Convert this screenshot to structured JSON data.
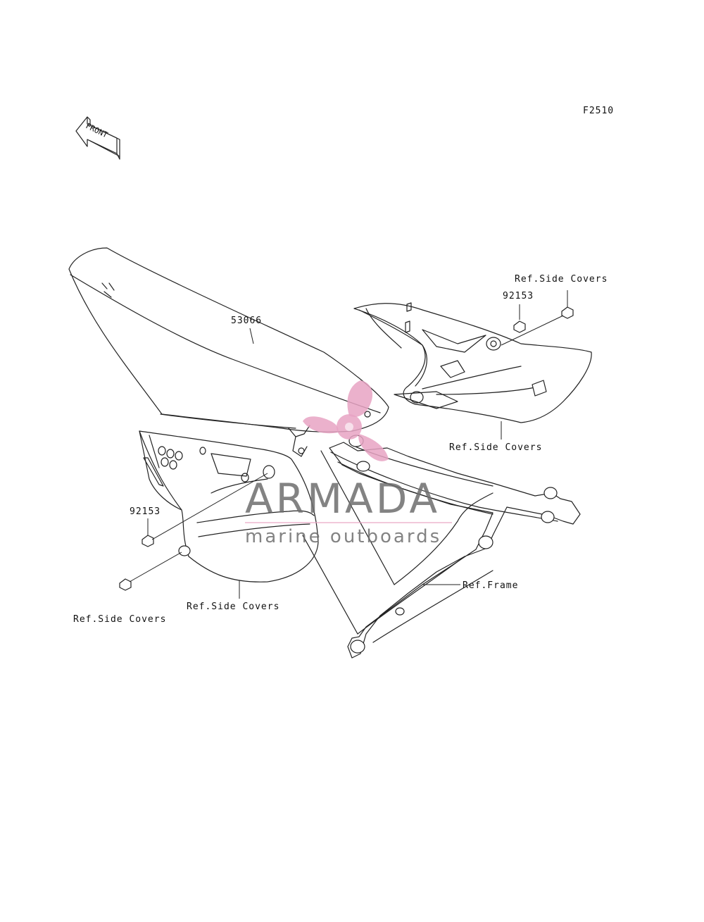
{
  "figure": {
    "code": "F2510",
    "front_label": "FRONT"
  },
  "callouts": {
    "seat_part": "53066",
    "bolt_upper": "92153",
    "bolt_lower": "92153",
    "ref_side_covers_top": "Ref.Side Covers",
    "ref_side_covers_right": "Ref.Side Covers",
    "ref_side_covers_left": "Ref.Side Covers",
    "ref_side_covers_bottom": "Ref.Side Covers",
    "ref_frame": "Ref.Frame"
  },
  "watermark": {
    "brand": "ARMADA",
    "tagline": "marine outboards",
    "logo": "propeller-logo",
    "color": "#e8a3c3"
  }
}
